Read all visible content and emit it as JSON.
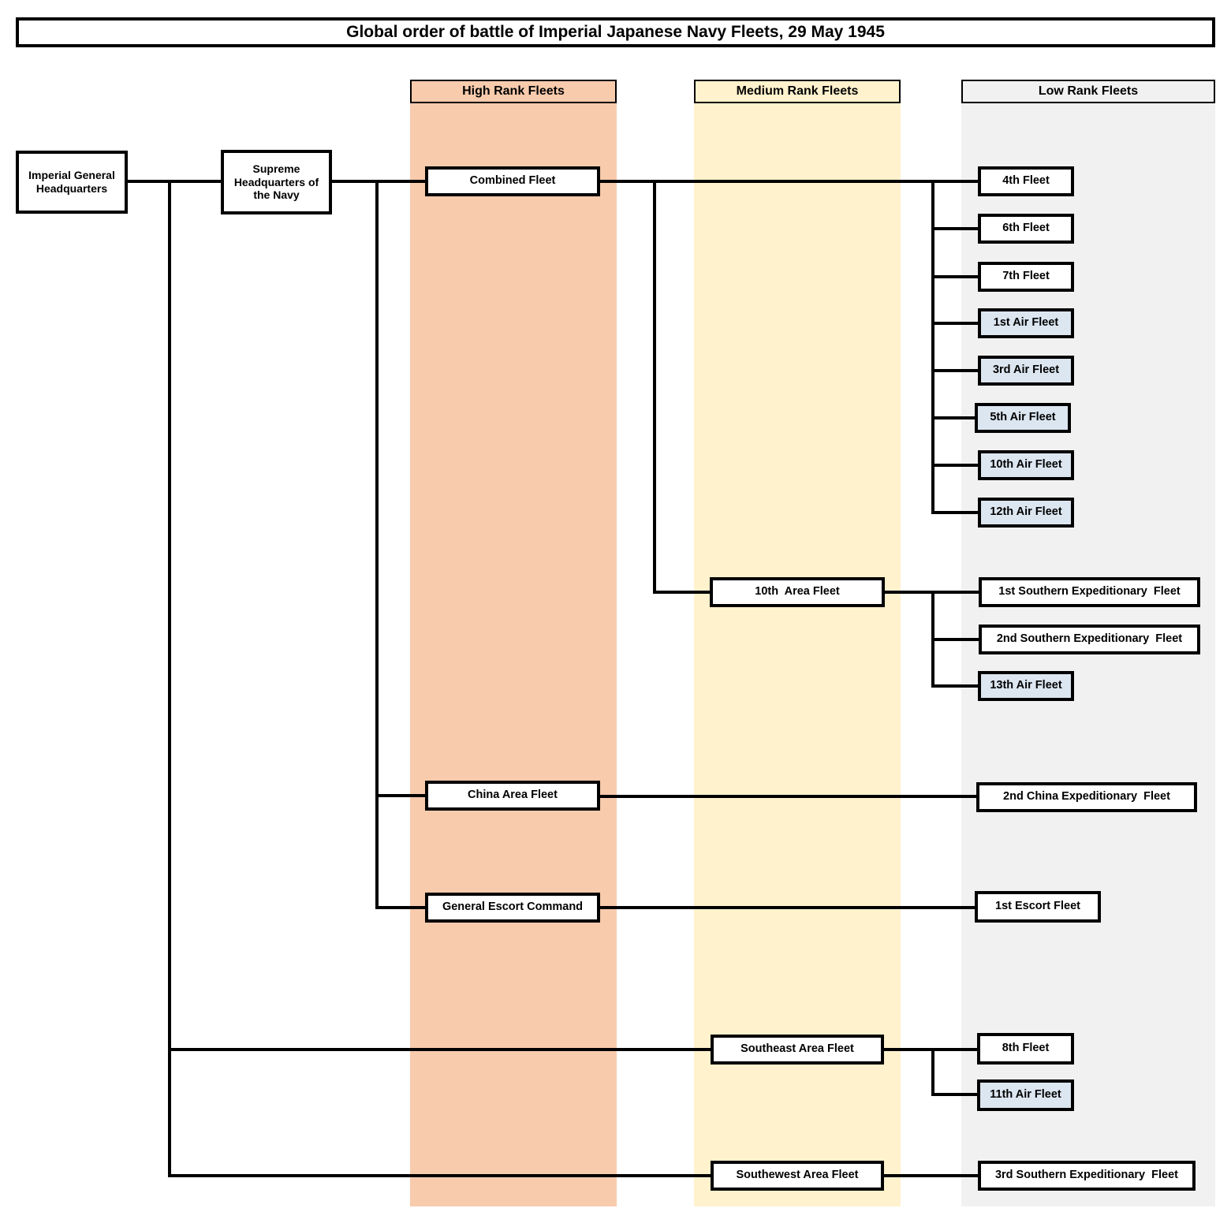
{
  "title": "Global order of battle of Imperial Japanese Navy Fleets, 29 May 1945",
  "columns": {
    "high": {
      "label": "High Rank Fleets",
      "color": "#F8CBAD"
    },
    "medium": {
      "label": "Medium Rank Fleets",
      "color": "#FFF2CC"
    },
    "low": {
      "label": "Low Rank Fleets",
      "color": "#F1F1F1"
    }
  },
  "colors": {
    "air_fleet_fill": "#DCE6F1",
    "default_node_fill": "#FFFFFF",
    "line": "#000000",
    "border": "#000000"
  },
  "nodes": {
    "imperial_general_headquarters": {
      "label": "Imperial General Headquarters"
    },
    "supreme_headquarters_of_the_navy": {
      "label": "Supreme Headquarters of the Navy"
    },
    "combined_fleet": {
      "label": "Combined Fleet",
      "rank": "high"
    },
    "china_area_fleet": {
      "label": "China Area Fleet",
      "rank": "high"
    },
    "general_escort_command": {
      "label": "General Escort Command",
      "rank": "high"
    },
    "10th_area_fleet": {
      "label": "10th  Area Fleet",
      "rank": "medium"
    },
    "southeast_area_fleet": {
      "label": "Southeast Area Fleet",
      "rank": "medium"
    },
    "southewest_area_fleet": {
      "label": "Southewest Area Fleet",
      "rank": "medium"
    },
    "4th_fleet": {
      "label": "4th Fleet",
      "rank": "low"
    },
    "6th_fleet": {
      "label": "6th Fleet",
      "rank": "low"
    },
    "7th_fleet": {
      "label": "7th Fleet",
      "rank": "low"
    },
    "1st_air_fleet": {
      "label": "1st Air Fleet",
      "rank": "low",
      "air": true
    },
    "3rd_air_fleet": {
      "label": "3rd Air Fleet",
      "rank": "low",
      "air": true
    },
    "5th_air_fleet": {
      "label": "5th Air Fleet",
      "rank": "low",
      "air": true
    },
    "10th_air_fleet": {
      "label": "10th Air Fleet",
      "rank": "low",
      "air": true
    },
    "12th_air_fleet": {
      "label": "12th Air Fleet",
      "rank": "low",
      "air": true
    },
    "1st_southern_expeditionary_fleet": {
      "label": "1st Southern Expeditionary  Fleet",
      "rank": "low"
    },
    "2nd_southern_expeditionary_fleet": {
      "label": "2nd Southern Expeditionary  Fleet",
      "rank": "low"
    },
    "13th_air_fleet": {
      "label": "13th Air Fleet",
      "rank": "low",
      "air": true
    },
    "2nd_china_expeditionary_fleet": {
      "label": "2nd China Expeditionary  Fleet",
      "rank": "low"
    },
    "1st_escort_fleet": {
      "label": "1st Escort Fleet",
      "rank": "low"
    },
    "8th_fleet": {
      "label": "8th Fleet",
      "rank": "low"
    },
    "11th_air_fleet": {
      "label": "11th Air Fleet",
      "rank": "low",
      "air": true
    },
    "3rd_southern_expeditionary_fleet": {
      "label": "3rd Southern Expeditionary  Fleet",
      "rank": "low"
    }
  },
  "edges": [
    [
      "imperial_general_headquarters",
      "supreme_headquarters_of_the_navy"
    ],
    [
      "supreme_headquarters_of_the_navy",
      "combined_fleet"
    ],
    [
      "supreme_headquarters_of_the_navy",
      "china_area_fleet"
    ],
    [
      "supreme_headquarters_of_the_navy",
      "general_escort_command"
    ],
    [
      "combined_fleet",
      "4th_fleet"
    ],
    [
      "combined_fleet",
      "6th_fleet"
    ],
    [
      "combined_fleet",
      "7th_fleet"
    ],
    [
      "combined_fleet",
      "1st_air_fleet"
    ],
    [
      "combined_fleet",
      "3rd_air_fleet"
    ],
    [
      "combined_fleet",
      "5th_air_fleet"
    ],
    [
      "combined_fleet",
      "10th_air_fleet"
    ],
    [
      "combined_fleet",
      "12th_air_fleet"
    ],
    [
      "combined_fleet",
      "10th_area_fleet"
    ],
    [
      "10th_area_fleet",
      "1st_southern_expeditionary_fleet"
    ],
    [
      "10th_area_fleet",
      "2nd_southern_expeditionary_fleet"
    ],
    [
      "10th_area_fleet",
      "13th_air_fleet"
    ],
    [
      "china_area_fleet",
      "2nd_china_expeditionary_fleet"
    ],
    [
      "general_escort_command",
      "1st_escort_fleet"
    ],
    [
      "imperial_general_headquarters",
      "southeast_area_fleet"
    ],
    [
      "southeast_area_fleet",
      "8th_fleet"
    ],
    [
      "southeast_area_fleet",
      "11th_air_fleet"
    ],
    [
      "imperial_general_headquarters",
      "southewest_area_fleet"
    ],
    [
      "southewest_area_fleet",
      "3rd_southern_expeditionary_fleet"
    ]
  ]
}
